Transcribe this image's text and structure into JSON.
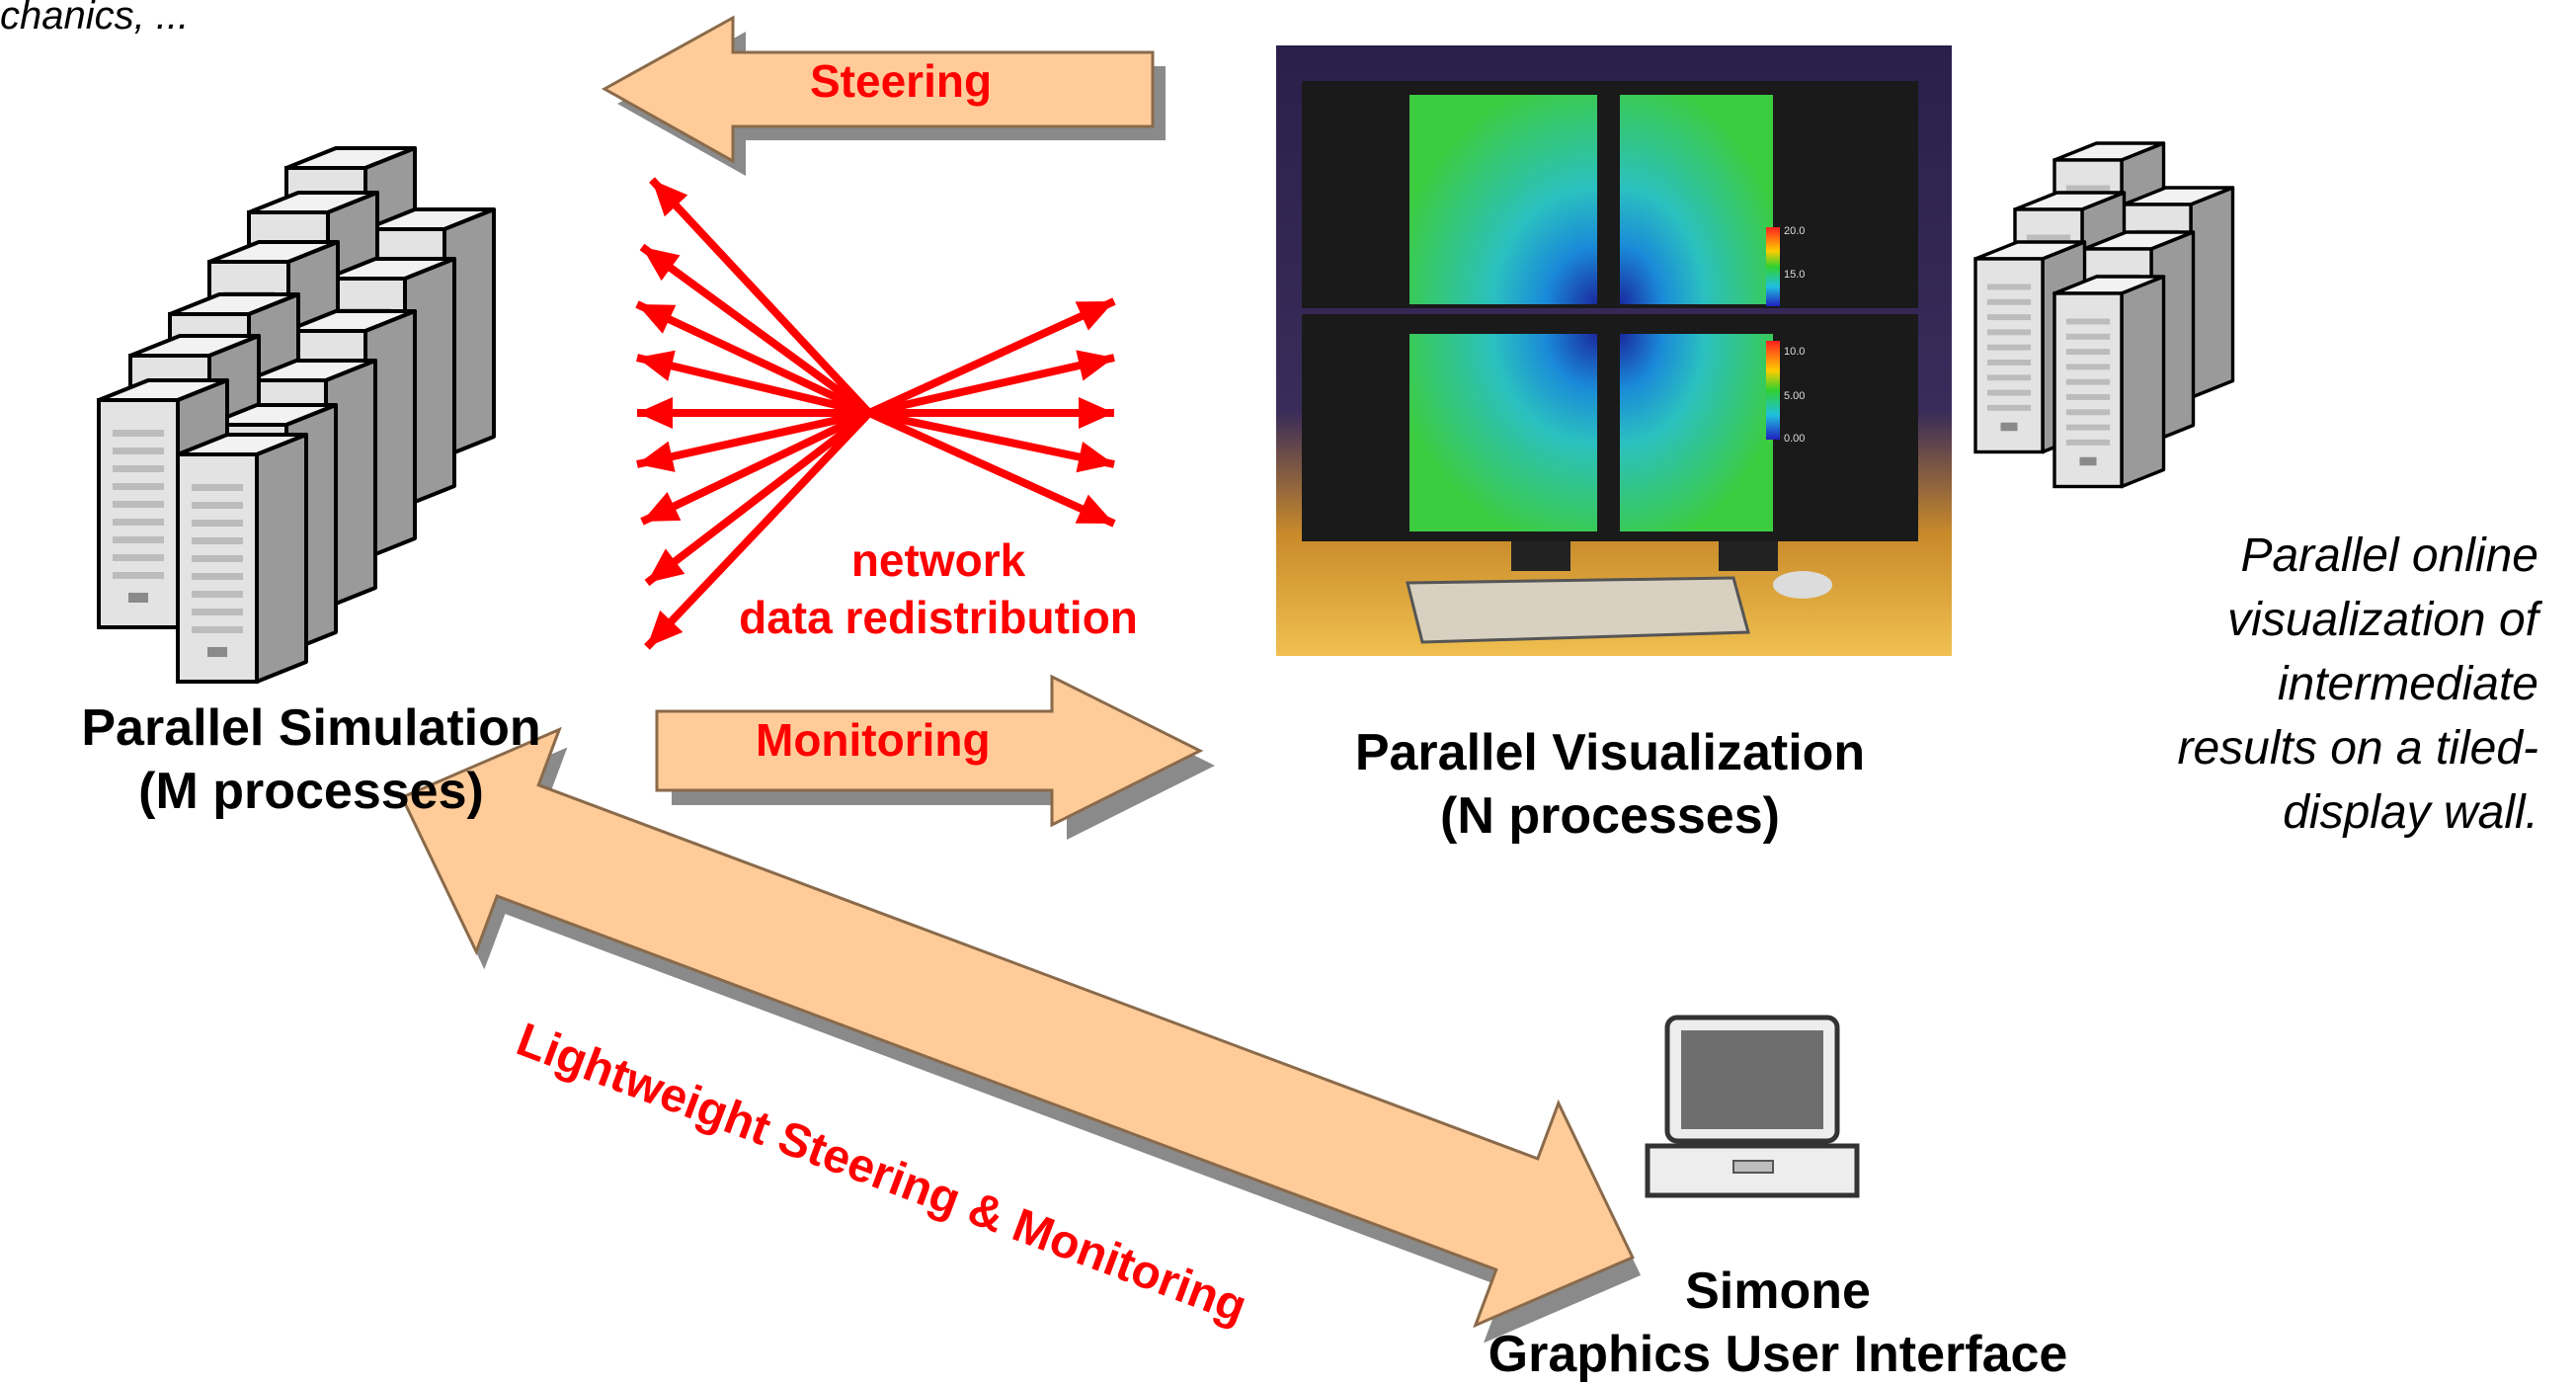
{
  "top_note": "chanics, ...",
  "arrows": {
    "steering": "Steering",
    "monitoring": "Monitoring",
    "lightweight": "Lightweight Steering & Monitoring"
  },
  "network": {
    "line1": "network",
    "line2": "data redistribution"
  },
  "simulation": {
    "line1": "Parallel Simulation",
    "line2": "(M processes)"
  },
  "visualization": {
    "line1": "Parallel Visualization",
    "line2": "(N processes)"
  },
  "gui": {
    "line1": "Simone",
    "line2": "Graphics User Interface"
  },
  "description": [
    "Parallel online",
    "visualization of",
    "intermediate",
    "results on a tiled-",
    "display wall."
  ],
  "monitor_scale": [
    "20.0",
    "15.0",
    "10.0",
    "5.00",
    "0.00"
  ],
  "colors": {
    "arrow_fill": "#ffcc99",
    "accent_red": "#ff0000",
    "server_gray": "#e3e3e3"
  }
}
